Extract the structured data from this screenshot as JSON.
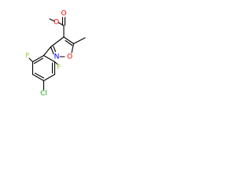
{
  "molecule": {
    "atoms": {
      "O1": {
        "label": "O",
        "color": "#ff0000"
      },
      "O2": {
        "label": "O",
        "color": "#ff0000"
      },
      "O3": {
        "label": "O",
        "color": "#ff0000"
      },
      "N1": {
        "label": "N",
        "color": "#0000ff"
      },
      "F1": {
        "label": "F",
        "color": "#9acd32"
      },
      "F2": {
        "label": "F",
        "color": "#9acd32"
      },
      "Cl1": {
        "label": "Cl",
        "color": "#1fa81f"
      }
    },
    "bond_color": "#000000"
  }
}
